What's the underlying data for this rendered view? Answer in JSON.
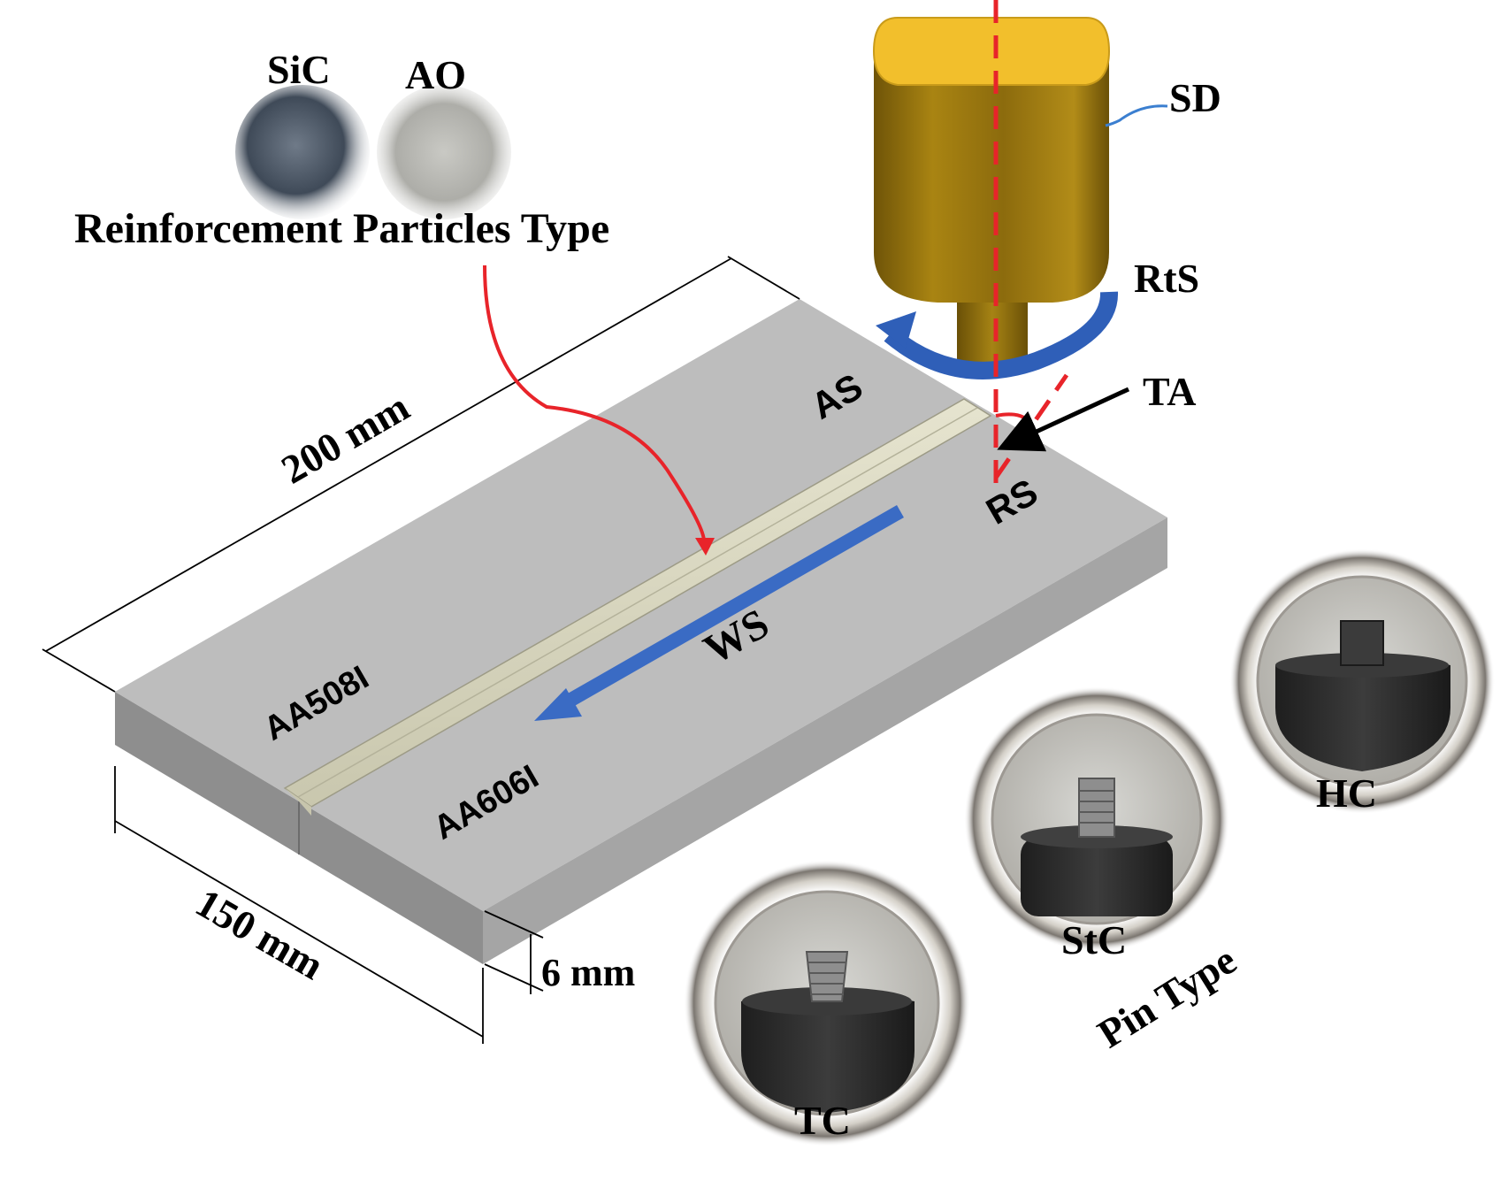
{
  "labels": {
    "reinforcement": "Reinforcement Particles Type",
    "sic": "SiC",
    "ao": "AO",
    "sd": "SD",
    "rts": "RtS",
    "ta": "TA",
    "as": "AS",
    "rs": "RS",
    "ws": "WS",
    "aa5081": "AA508I",
    "aa6061": "AA606I",
    "len200": "200 mm",
    "len150": "150 mm",
    "len6": "6 mm",
    "pin_type": "Pin Type",
    "hc": "HC",
    "stc": "StC",
    "tc": "TC"
  },
  "colors": {
    "plate_top": "#bcbcbc",
    "plate_front": "#8f8f8f",
    "plate_side": "#a7a7a7",
    "weld_bead": "#d8d6bf",
    "tool_gold": "#a47f10",
    "tool_top": "#f2bf2c",
    "axis_red": "#e8242a",
    "arrow_blue": "#2f5fb8",
    "ws_blue": "#3a6bc4"
  }
}
